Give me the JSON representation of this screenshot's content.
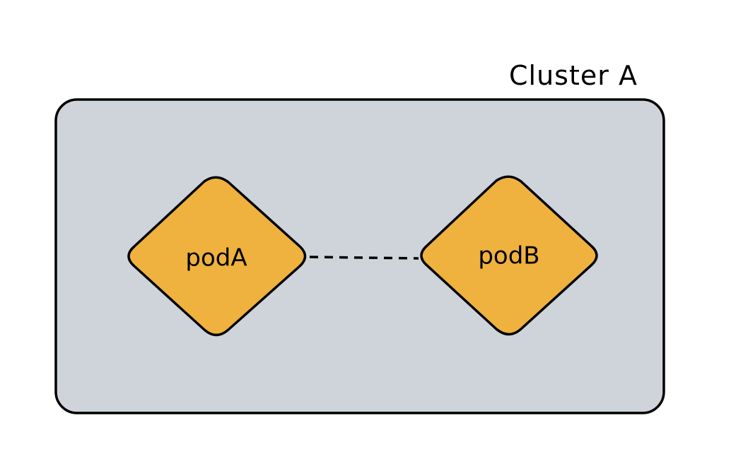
{
  "diagram": {
    "cluster": {
      "label": "Cluster A",
      "fill": "#ced4da",
      "stroke": "#000000"
    },
    "nodes": [
      {
        "id": "podA",
        "label": "podA",
        "fill": "#efb23f"
      },
      {
        "id": "podB",
        "label": "podB",
        "fill": "#efb23f"
      }
    ],
    "edges": [
      {
        "from": "podA",
        "to": "podB",
        "style": "dashed"
      }
    ]
  }
}
